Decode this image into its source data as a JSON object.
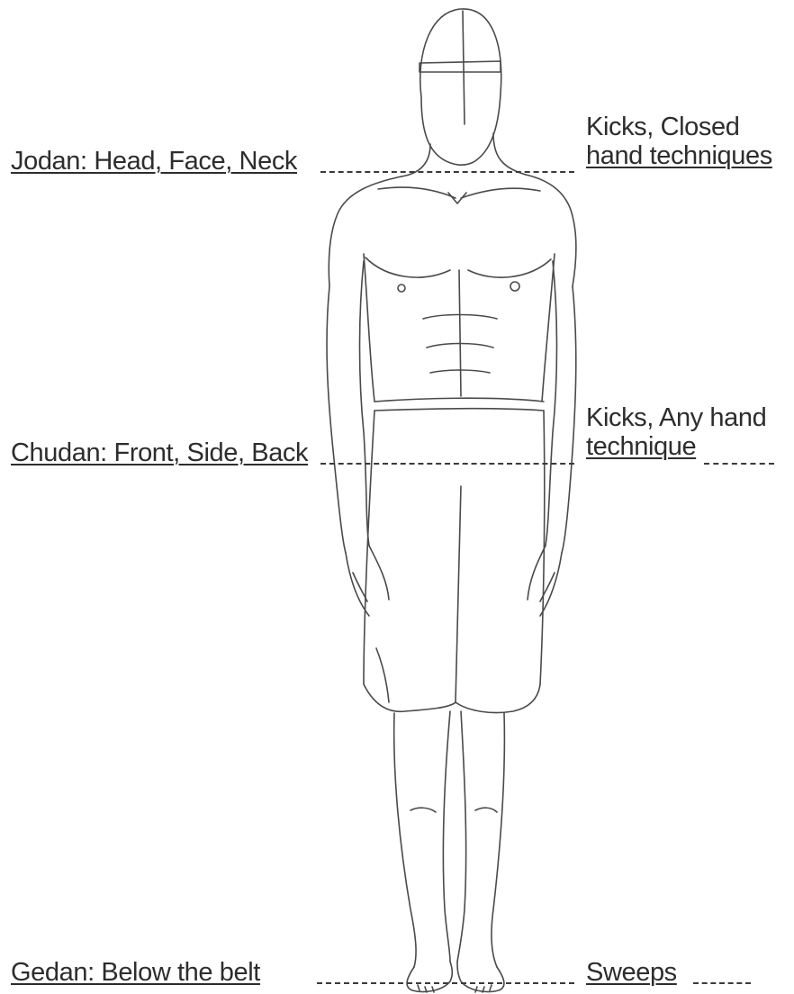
{
  "zones": [
    {
      "id": "jodan",
      "target_text": "Jodan: Head, Face, Neck",
      "technique_line1": "Kicks, Closed",
      "technique_line2": "hand techniques"
    },
    {
      "id": "chudan",
      "target_text": "Chudan: Front, Side, Back",
      "technique_line1": "Kicks, Any hand",
      "technique_line2": "technique"
    },
    {
      "id": "gedan",
      "target_text": "Gedan: Below the belt",
      "technique_line1": "Sweeps",
      "technique_line2": ""
    }
  ],
  "colors": {
    "ink": "#2d2d2d",
    "sketch": "#4a4a4a",
    "background": "#ffffff"
  }
}
